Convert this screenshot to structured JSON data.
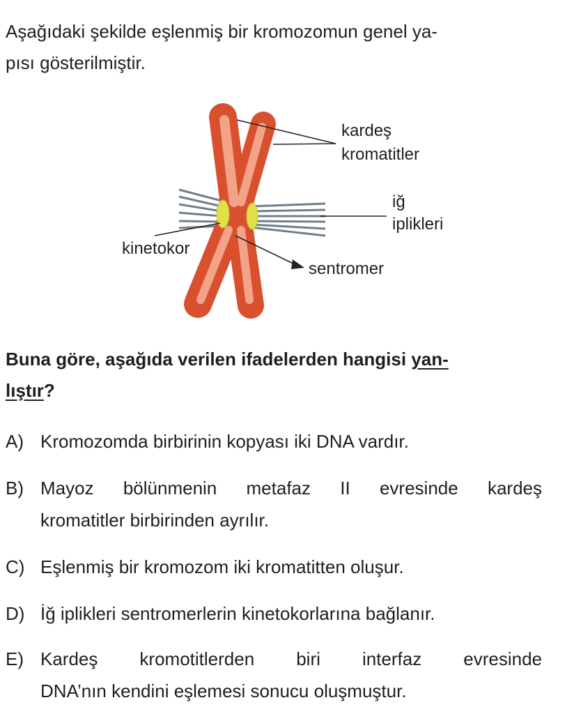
{
  "intro": {
    "line1": "Aşağıdaki şekilde eşlenmiş bir kromozomun genel ya-",
    "line2": "pısı gösterilmiştir."
  },
  "figure": {
    "label_sister_1": "kardeş",
    "label_sister_2": "kromatitler",
    "label_spindle_1": "iğ",
    "label_spindle_2": "iplikleri",
    "label_kinetochore": "kinetokor",
    "label_centromere": "sentromer",
    "chromosome_color": "#e0603a",
    "kinetochore_color": "#dfe04a"
  },
  "question": {
    "line1_a": "Buna göre, aşağıda verilen ifadelerden hangisi ",
    "line1_b": "yan-",
    "line2_a": "lıştır",
    "line2_b": "?"
  },
  "options": [
    {
      "key": "A)",
      "lines": [
        "Kromozomda birbirinin kopyası iki DNA vardır."
      ]
    },
    {
      "key": "B)",
      "lines": [
        "Mayoz bölünmenin metafaz II evresinde kardeş",
        "kromatitler birbirinden ayrılır."
      ]
    },
    {
      "key": "C)",
      "lines": [
        "Eşlenmiş bir kromozom iki kromatitten oluşur."
      ]
    },
    {
      "key": "D)",
      "lines": [
        "İğ iplikleri sentromerlerin kinetokorlarına bağlanır."
      ]
    },
    {
      "key": "E)",
      "lines": [
        "Kardeş kromotitlerden biri interfaz evresinde",
        "DNA’nın kendini eşlemesi sonucu oluşmuştur."
      ]
    }
  ]
}
